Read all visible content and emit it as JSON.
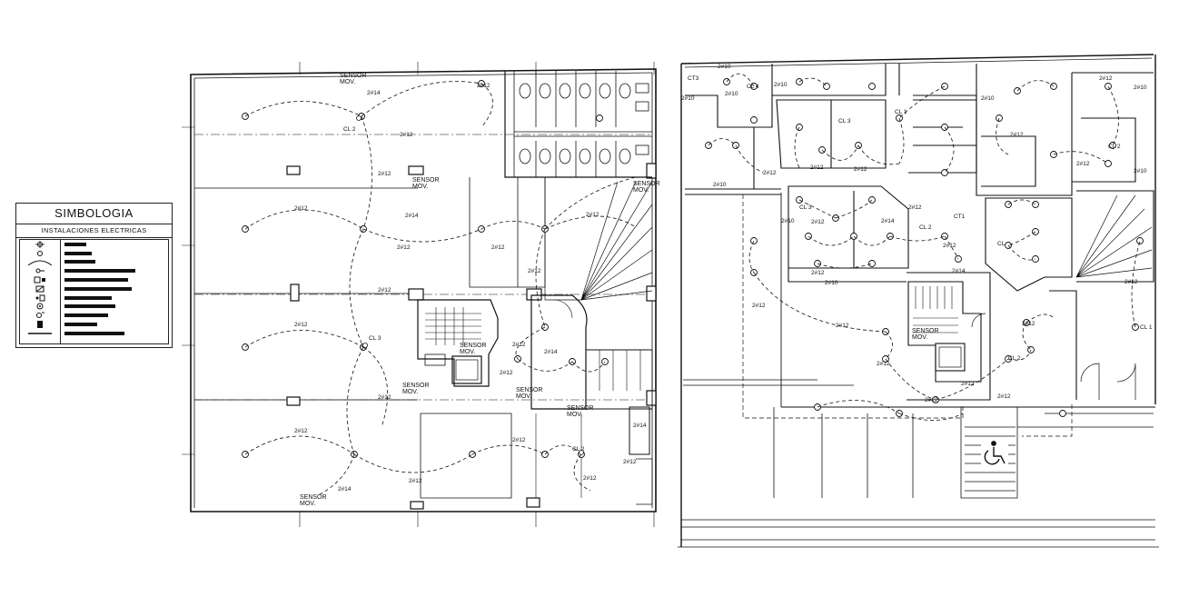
{
  "legend": {
    "title": "SIMBOLOGIA",
    "subtitle": "INSTALACIONES ELECTRICAS",
    "rows": 11
  },
  "labels": {
    "sensor_mov_line1": "SENSOR",
    "sensor_mov_line2": "MOV.",
    "circuit_2x14": "2#14",
    "circuit_2x12": "2#12",
    "circuit_2x10": "2#10",
    "cl1": "CL 1",
    "cl2": "CL 2",
    "cl3": "CL 3",
    "cl4": "CL 4",
    "cl": "CL",
    "ct1": "CT1",
    "ct3": "CT3"
  },
  "colors": {
    "ink": "#111111",
    "paper": "#ffffff"
  }
}
